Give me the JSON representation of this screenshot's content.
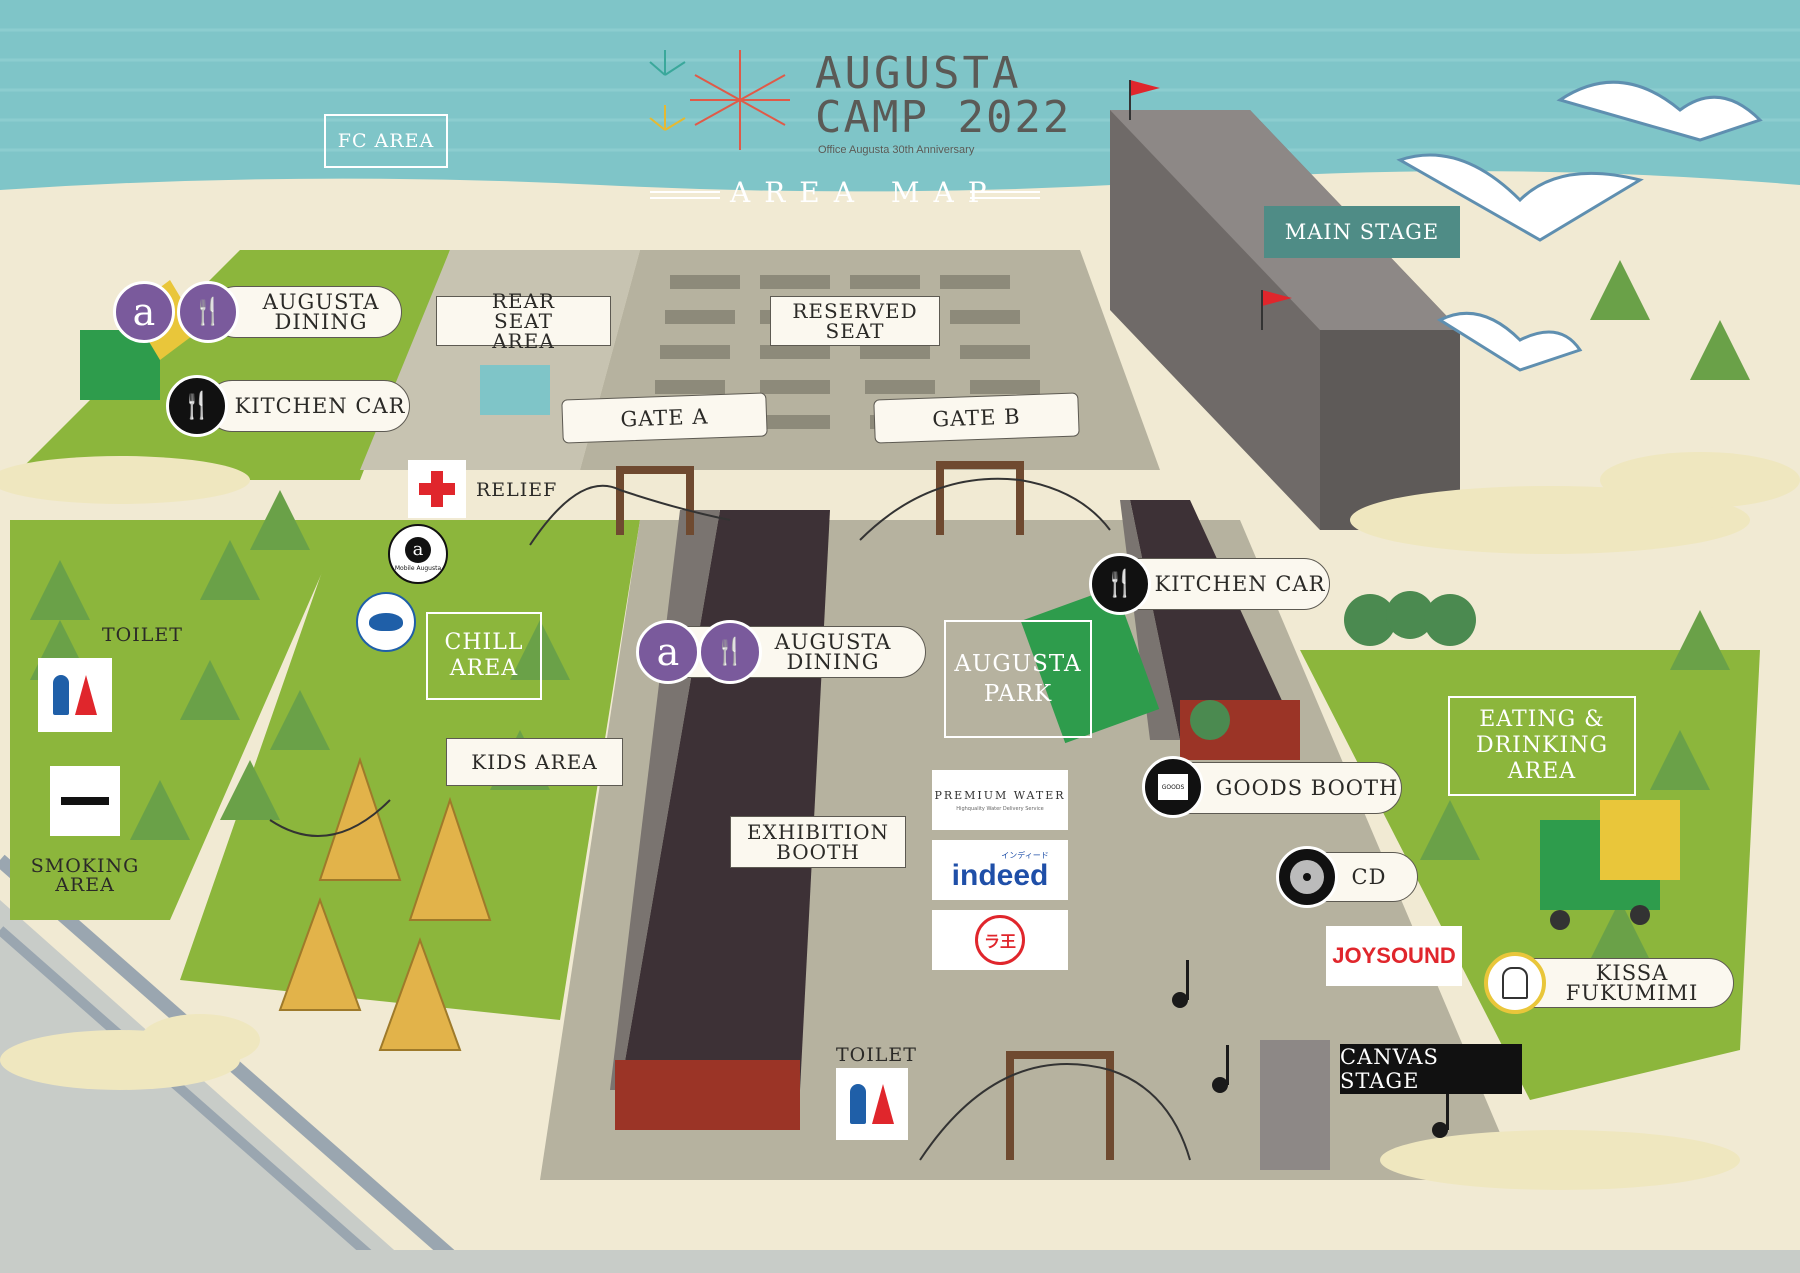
{
  "header": {
    "title_line1": "AUGUSTA",
    "title_line2": "CAMP 2022",
    "subtitle": "Office Augusta 30th Anniversary",
    "map_heading": "AREA MAP"
  },
  "areas": {
    "fc_area": "FC AREA",
    "rear_seat": "REAR SEAT AREA",
    "reserved_seat": "RESERVED SEAT",
    "gate_a": "GATE A",
    "gate_b": "GATE B",
    "main_stage": "MAIN STAGE",
    "augusta_dining_top": "AUGUSTA DINING",
    "kitchen_car_left": "KITCHEN CAR",
    "relief": "RELIEF",
    "toilet_left": "TOILET",
    "smoking_area": "SMOKING AREA",
    "chill_area": "CHILL AREA",
    "kids_area": "KIDS AREA",
    "augusta_dining_center": "AUGUSTA DINING",
    "augusta_park": "AUGUSTA PARK",
    "kitchen_car_right": "KITCHEN CAR",
    "eating_drinking": "EATING & DRINKING AREA",
    "goods_booth": "GOODS BOOTH",
    "cd": "CD",
    "exhibition_booth": "EXHIBITION BOOTH",
    "kissa_fukumimi": "KISSA FUKUMIMI",
    "canvas_stage": "CANVAS STAGE",
    "toilet_center": "TOILET"
  },
  "icons": {
    "mobile_augusta": "Mobile Augusta",
    "goods_tshirt": "GOODS",
    "augusta_logo_letter": "a"
  },
  "sponsors": {
    "premium_water": "PREMIUM WATER",
    "premium_water_sub": "Highquality Water Delivery Service",
    "indeed": "indeed",
    "indeed_kana": "インディード",
    "joysound": "JOYSOUND",
    "rao": "ラ王"
  },
  "colors": {
    "sea": "#7fc5c8",
    "sand": "#f1ead3",
    "grass": "#8cb63c",
    "plaza": "#b6b29f",
    "stage": "#7a7470",
    "accent_purple": "#7a5a9c",
    "relief_red": "#e0262c"
  }
}
